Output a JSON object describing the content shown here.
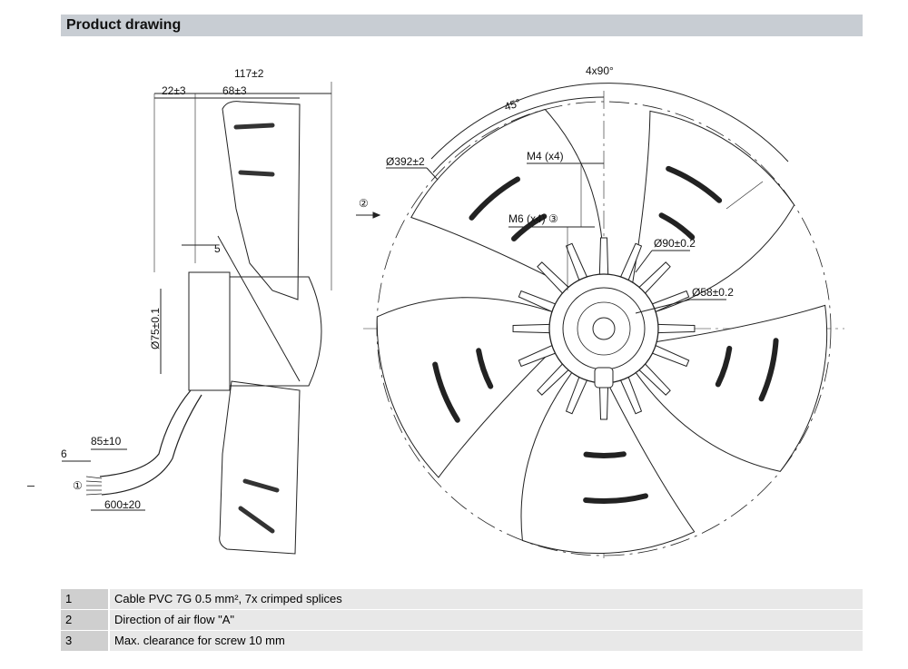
{
  "header": {
    "title": "Product drawing"
  },
  "side_view": {
    "dims": {
      "overall": "117±2",
      "offset": "22±3",
      "depth": "68±3",
      "gap": "5",
      "diameter": "Ø75±0.1",
      "cable_strip": "85±10",
      "strip_end": "6",
      "cable_length": "600±20"
    },
    "callout": "①",
    "flow_callout": "②"
  },
  "front_view": {
    "dims": {
      "angle_total": "4x90°",
      "angle": "45°",
      "diameter": "Ø392±2",
      "m4": "M4 (x4)",
      "m6": "M6 (x4) ③",
      "d90": "Ø90±0.2",
      "d58": "Ø58±0.2"
    }
  },
  "legend": [
    {
      "num": "1",
      "text": "Cable PVC 7G 0.5 mm², 7x crimped splices"
    },
    {
      "num": "2",
      "text": "Direction of air flow \"A\""
    },
    {
      "num": "3",
      "text": "Max. clearance for screw 10 mm"
    }
  ]
}
